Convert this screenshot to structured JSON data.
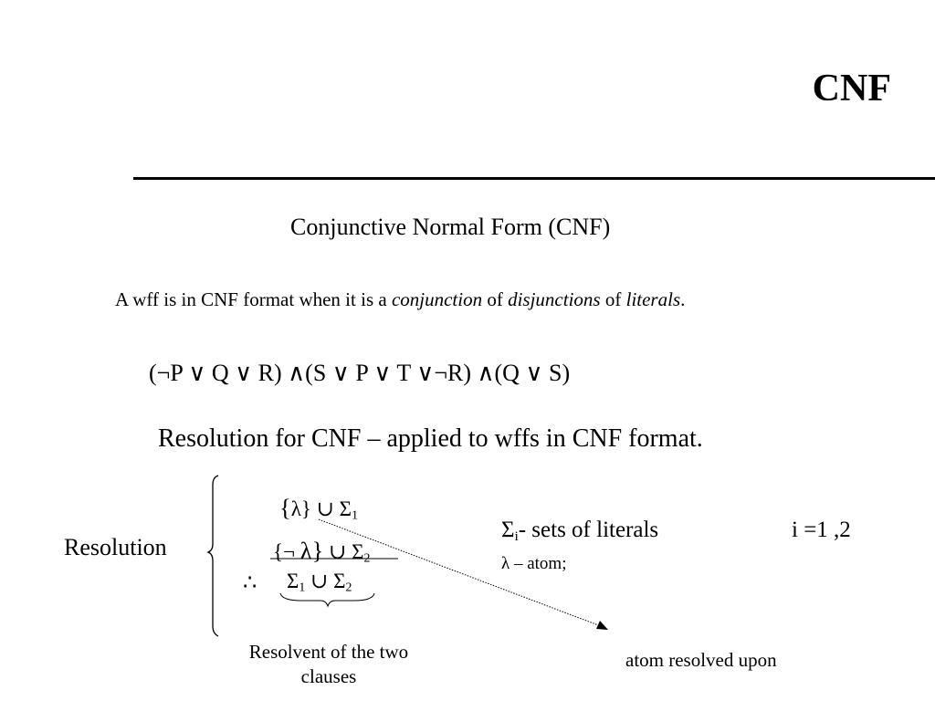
{
  "slide": {
    "title": "CNF",
    "subtitle": "Conjunctive Normal Form (CNF)",
    "definition": {
      "prefix": "A wff is in CNF format when it is a ",
      "term1": "conjunction",
      "mid1": " of ",
      "term2": "disjunctions",
      "mid2": " of ",
      "term3": "literals",
      "suffix": "."
    },
    "formula": "(¬P ∨ Q ∨ R) ∧(S ∨ P ∨ T  ∨¬R) ∧(Q ∨ S)",
    "resolution_heading": "Resolution for CNF  – applied to wffs in CNF format.",
    "resolution_label": "Resolution",
    "clause1": {
      "open": "{",
      "symbol": "λ",
      "close": "}",
      "op": " ∪ Σ",
      "sub": "1"
    },
    "clause2": {
      "open": "{¬ ",
      "symbol": "λ",
      "close": "}",
      "op": " ∪ Σ",
      "sub": "2"
    },
    "therefore_symbol": "∴",
    "resolvent": {
      "sigma_a": "Σ",
      "sub_a": "1",
      "op": " ∪ Σ",
      "sub_b": "2"
    },
    "sigma_def": {
      "sigma": "Σ",
      "sub": "i",
      "text": "- sets of literals"
    },
    "index_range": "i =1 ,2",
    "lambda_def": "λ – atom;",
    "resolvent_caption": "Resolvent of the two clauses",
    "atom_caption": "atom resolved upon"
  }
}
